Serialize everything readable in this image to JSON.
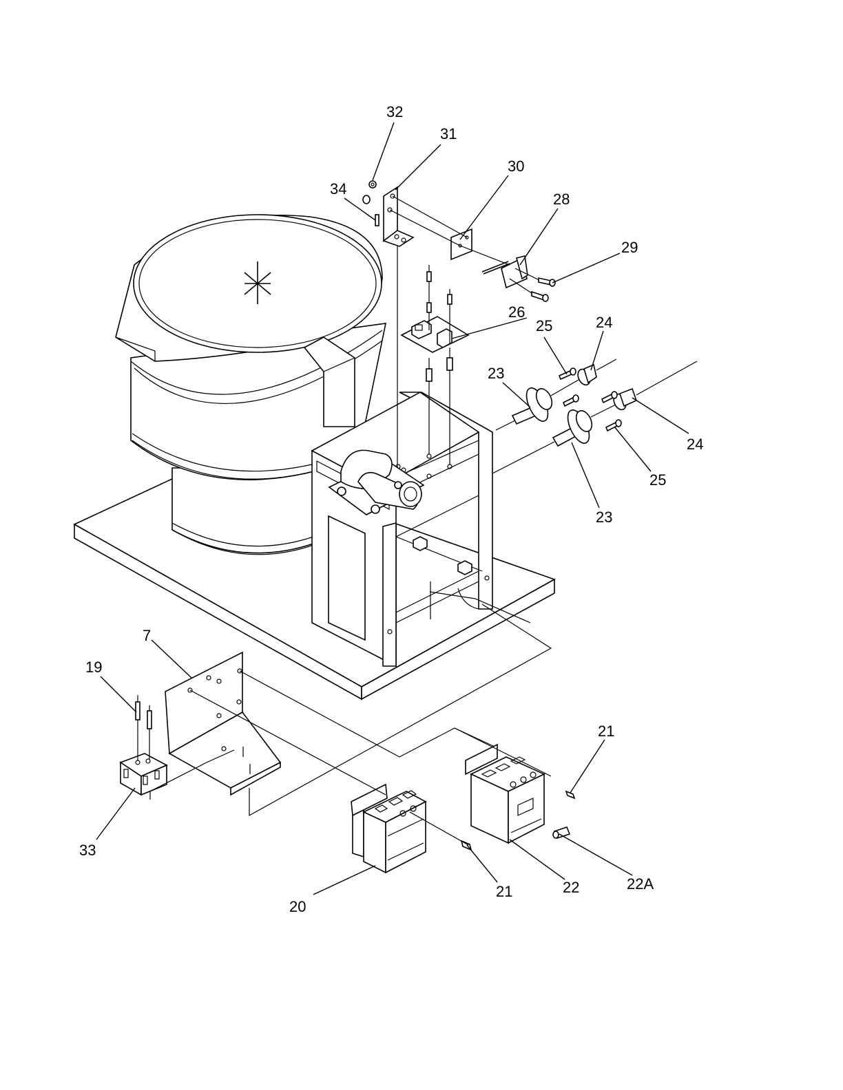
{
  "labels": {
    "l32": "32",
    "l31": "31",
    "l30": "30",
    "l34": "34",
    "l28": "28",
    "l29": "29",
    "l26": "26",
    "l25a": "25",
    "l24a": "24",
    "l23a": "23",
    "l24b": "24",
    "l25b": "25",
    "l23b": "23",
    "l7": "7",
    "l19": "19",
    "l21a": "21",
    "l33": "33",
    "l21b": "21",
    "l22": "22",
    "l22a": "22A",
    "l20": "20"
  },
  "colors": {
    "line": "#000000",
    "background": "#ffffff"
  }
}
